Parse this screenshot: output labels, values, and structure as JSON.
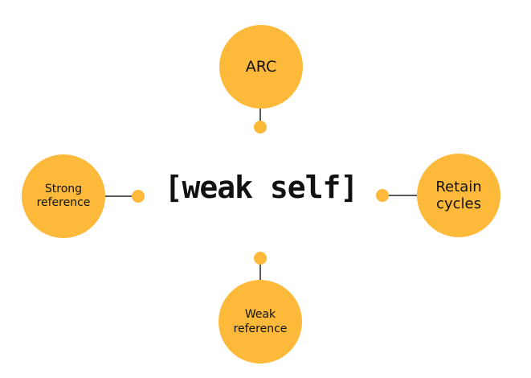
{
  "colors": {
    "accent": "#FDB93A",
    "line": "#222222",
    "text": "#111111"
  },
  "center": {
    "title": "[weak self]"
  },
  "nodes": {
    "top": {
      "label": "ARC"
    },
    "left": {
      "line1": "Strong",
      "line2": "reference"
    },
    "right": {
      "line1": "Retain",
      "line2": "cycles"
    },
    "bottom": {
      "line1": "Weak",
      "line2": "reference"
    }
  }
}
